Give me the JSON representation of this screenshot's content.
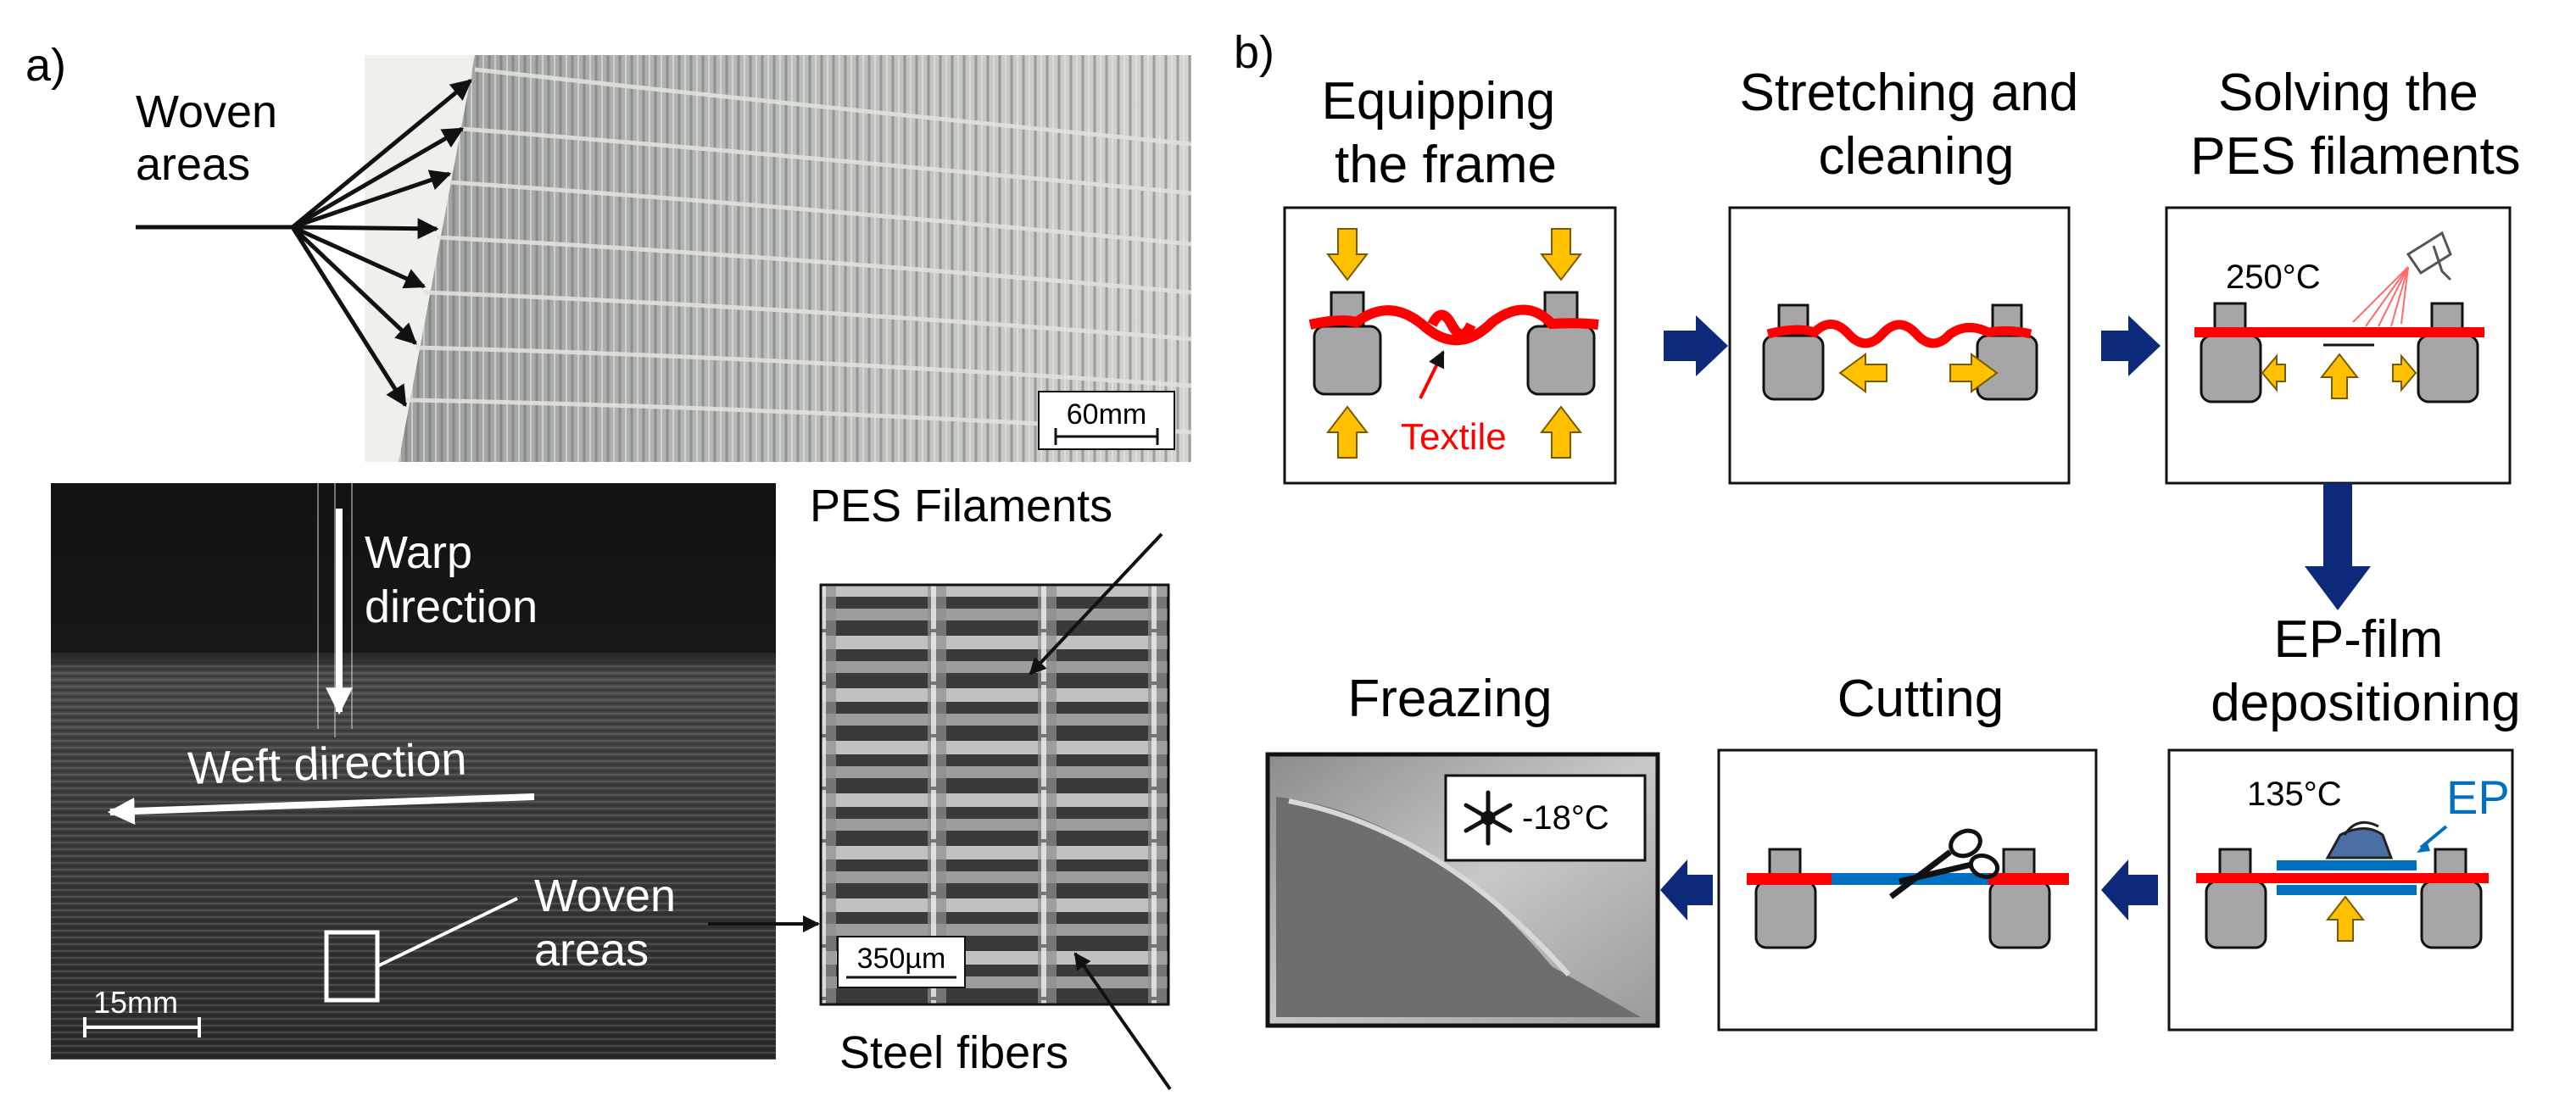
{
  "panel_a": {
    "label": "a)",
    "woven_photo_label": "Woven\nareas",
    "woven_photo_scale": "60mm",
    "fabric_photo": {
      "warp_label": "Warp\ndirection",
      "weft_label": "Weft direction",
      "woven_label": "Woven\nareas",
      "scale": "15mm"
    },
    "micro_photo": {
      "top_label": "PES Filaments",
      "bottom_label": "Steel fibers",
      "scale": "350µm"
    }
  },
  "panel_b": {
    "label": "b)",
    "steps": [
      {
        "title": "Equipping\nthe  frame",
        "note": "Textile"
      },
      {
        "title": "Stretching and\ncleaning"
      },
      {
        "title": "Solving the\nPES filaments",
        "temp": "250°C"
      },
      {
        "title": "EP-film\ndepositioning",
        "temp": "135°C",
        "note": "EP"
      },
      {
        "title": "Cutting"
      },
      {
        "title": "Freazing",
        "temp": "-18°C",
        "icon": "snowflake-icon"
      }
    ]
  },
  "colors": {
    "textile_red": "#ff0000",
    "ep_blue": "#0070c0",
    "arrow_navy": "#0d2a7a",
    "yellow_arrow": "#ffc000",
    "clamp_gray": "#a6a6a6"
  }
}
